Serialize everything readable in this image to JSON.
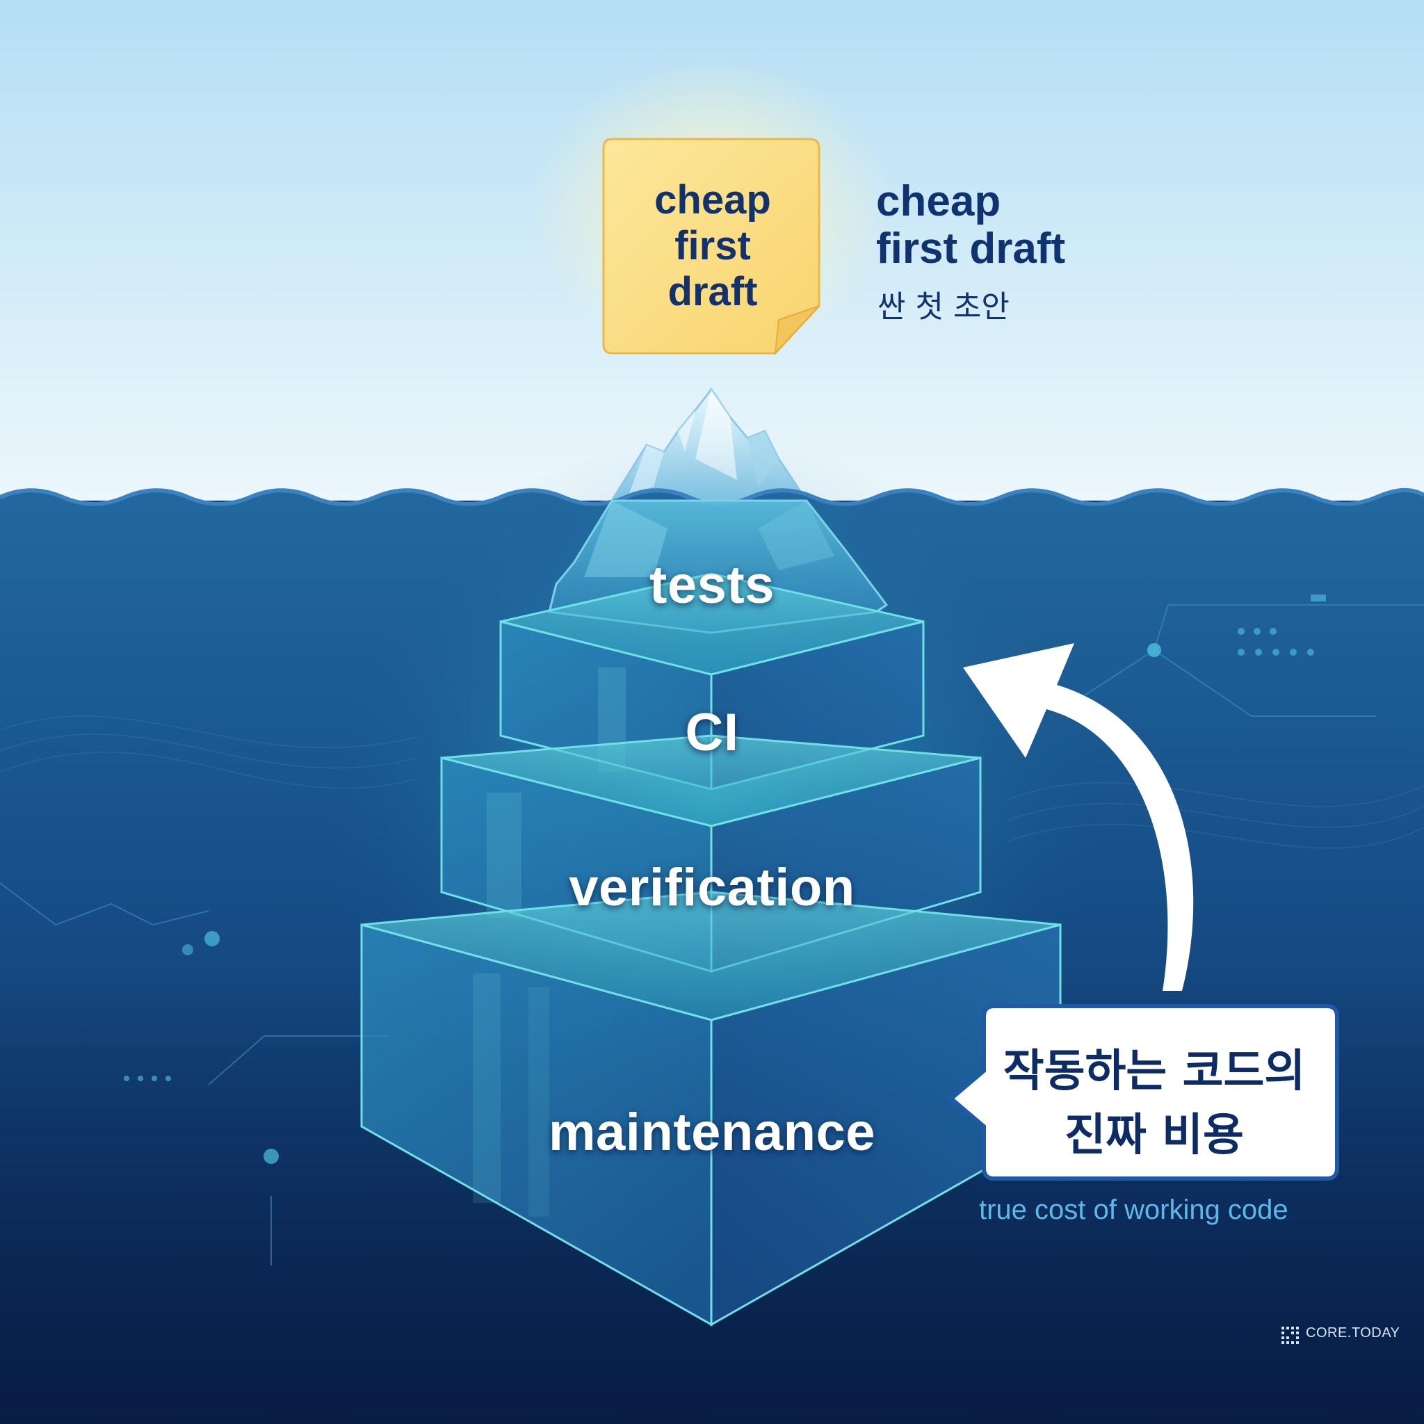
{
  "sticky_note": {
    "line1": "cheap",
    "line2": "first",
    "line3": "draft"
  },
  "draft_label": {
    "en_line1": "cheap",
    "en_line2": "first draft",
    "ko": "싼 첫 초안"
  },
  "layers": {
    "tests": "tests",
    "ci": "CI",
    "verification": "verification",
    "maintenance": "maintenance"
  },
  "callout": {
    "ko_line1": "작동하는 코드의",
    "ko_line2": "진짜 비용",
    "en": "true cost of working code"
  },
  "brand": {
    "name": "CORE.TODAY"
  },
  "colors": {
    "sky_top": "#b4def4",
    "sky_bottom": "#eaf6fb",
    "water_surface": "#1f5f9a",
    "water_deep": "#0b2a58",
    "note_fill": "#fbdf86",
    "text_navy": "#13326a",
    "glow_cyan": "#3fd0d8"
  },
  "icons": [
    "curved-arrow-up-icon",
    "speech-bubble-icon",
    "grid-logo-icon"
  ]
}
